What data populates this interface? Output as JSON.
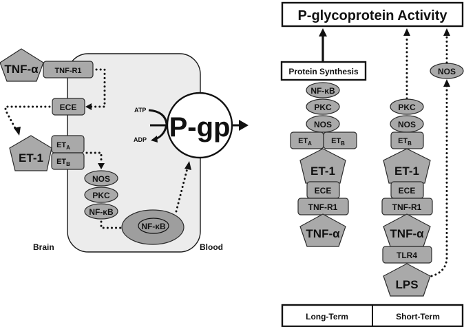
{
  "figure": {
    "left_panel": {
      "compartments": {
        "brain": "Brain",
        "blood": "Blood"
      },
      "transporter": "P-gp",
      "energy": {
        "in": "ATP",
        "out": "ADP"
      },
      "ligands": {
        "tnf": "TNF-α",
        "et1": "ET-1"
      },
      "receptors": {
        "tnfr1": "TNF-R1",
        "ece": "ECE",
        "eta_main": "ET",
        "eta_sub": "A",
        "etb_main": "ET",
        "etb_sub": "B"
      },
      "cascade": [
        "NOS",
        "PKC",
        "NF-κB"
      ],
      "nuclear": "NF-κB"
    },
    "right_panel": {
      "title": "P-glycoprotein Activity",
      "protein_synthesis": "Protein Synthesis",
      "long_term": {
        "label": "Long-Term",
        "cascade": [
          "NF-κB",
          "PKC",
          "NOS"
        ],
        "receptors": {
          "eta_main": "ET",
          "eta_sub": "A",
          "etb_main": "ET",
          "etb_sub": "B"
        },
        "ligand_et1": "ET-1",
        "ece": "ECE",
        "tnfr1": "TNF-R1",
        "ligand_tnf": "TNF-α"
      },
      "short_term": {
        "label": "Short-Term",
        "cascade": [
          "PKC",
          "NOS"
        ],
        "receptor": {
          "main": "ET",
          "sub": "B"
        },
        "ligand_et1": "ET-1",
        "ece": "ECE",
        "tnfr1": "TNF-R1",
        "ligand_tnf": "TNF-α",
        "tlr4": "TLR4",
        "lps": "LPS",
        "nos_branch": "NOS"
      }
    }
  }
}
